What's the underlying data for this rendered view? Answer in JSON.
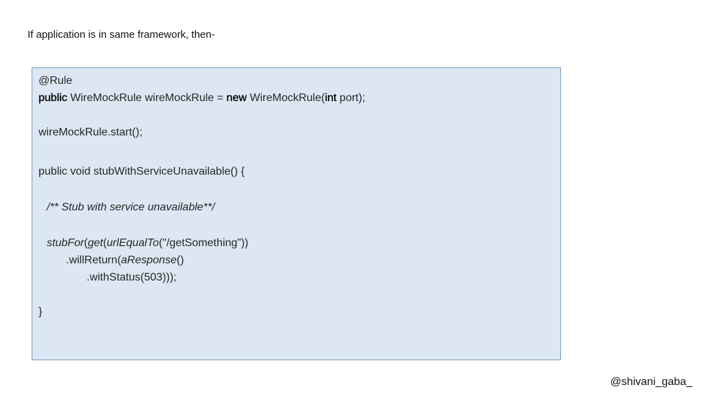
{
  "heading": "If application is in same framework, then-",
  "code": {
    "annotation": "@Rule",
    "decl_kw_public": "public",
    "decl_part1": " WireMockRule wireMockRule = ",
    "decl_kw_new": "new",
    "decl_part2": " WireMockRule(",
    "decl_kw_int": "int",
    "decl_part3": " port);",
    "start_line": "wireMockRule.start();",
    "method_sig": "public void stubWithServiceUnavailable() {",
    "comment": "/** Stub with service unavailable**/",
    "stub_fn": "stubFor",
    "stub_p1": "(",
    "stub_get": "get",
    "stub_p2": "(",
    "stub_url": "urlEqualTo",
    "stub_p3": "(\"/getSomething”))",
    "will_p1": ".willReturn(",
    "will_fn": "aResponse",
    "will_p2": "()",
    "status_line": ".withStatus(503)));",
    "closing_brace": "}"
  },
  "footer": {
    "handle": "@shivani_gaba_"
  }
}
